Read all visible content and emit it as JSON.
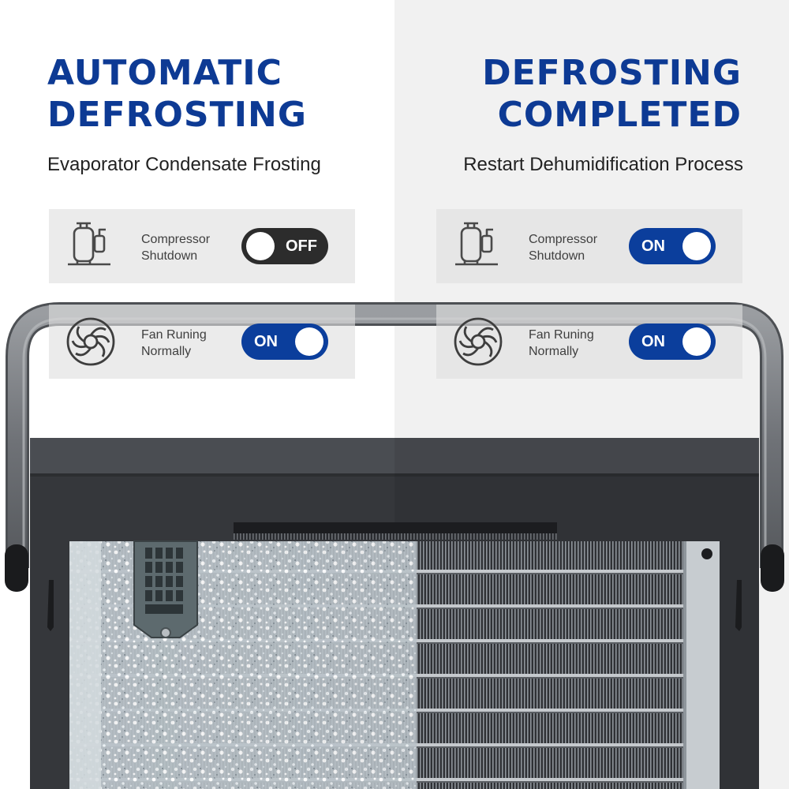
{
  "colors": {
    "accent": "#0d3a94",
    "toggle_on": "#0b3e9c",
    "toggle_off": "#2c2c2c"
  },
  "left": {
    "title_line1": "AUTOMATIC",
    "title_line2": "DEFROSTING",
    "subtitle": "Evaporator Condensate Frosting",
    "compressor": {
      "label_line1": "Compressor",
      "label_line2": "Shutdown",
      "state": "OFF",
      "icon": "compressor-icon"
    },
    "fan": {
      "label_line1": "Fan Runing",
      "label_line2": "Normally",
      "state": "ON",
      "icon": "fan-icon"
    }
  },
  "right": {
    "title_line1": "DEFROSTING",
    "title_line2": "COMPLETED",
    "subtitle": "Restart Dehumidification Process",
    "compressor": {
      "label_line1": "Compressor",
      "label_line2": "Shutdown",
      "state": "ON",
      "icon": "compressor-icon"
    },
    "fan": {
      "label_line1": "Fan Runing",
      "label_line2": "Normally",
      "state": "ON",
      "icon": "fan-icon"
    }
  }
}
